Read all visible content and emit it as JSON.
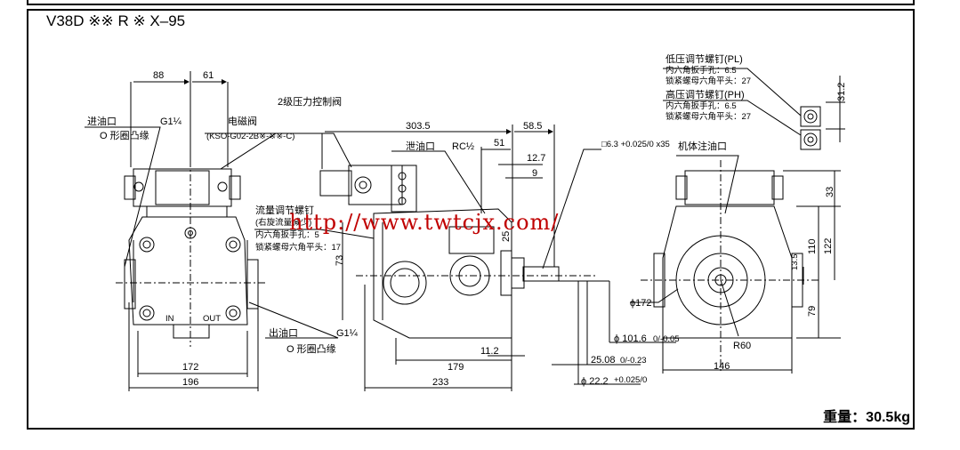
{
  "model": "V38D ※※ R ※ X–95",
  "weight": "重量：30.5kg",
  "watermark": "http://www.twtcjx.com/",
  "left_view": {
    "dim_88": "88",
    "dim_61": "61",
    "dim_172": "172",
    "dim_196": "196",
    "inlet_label": "进油口",
    "inlet_size": "G1¼",
    "inlet_flange": "O 形圈凸缘",
    "valve_label": "电磁阀",
    "valve_model": "(KSO-G02-2B※-※※-C)",
    "outlet_label": "出油口",
    "outlet_size": "G1¼",
    "outlet_flange": "O 形圈凸缘",
    "plate_in": "IN",
    "plate_out": "OUT"
  },
  "mid_view": {
    "ctrl_valve": "2级压力控制阀",
    "dim_303_5": "303.5",
    "dim_58_5": "58.5",
    "drain_label": "泄油口",
    "drain_size": "RC½",
    "dim_51": "51",
    "dim_12_7": "12.7",
    "dim_9": "9",
    "dim_73": "73",
    "dim_25": "25",
    "dim_179": "179",
    "dim_233": "233",
    "dim_11_2": "11.2",
    "flow_screw": "流量调节螺钉",
    "flow_dir": "(右旋流量减少)",
    "flow_hex": "内六角扳手孔：5",
    "flow_nut": "锁紧螺母六角平头：17"
  },
  "shaft": {
    "key": "□6.3 +0.025/0 x35",
    "dia_101_6": "ϕ 101.6",
    "tol_101_6": "0/-0.05",
    "dim_25_08": "25.08",
    "tol_25_08": "0/-0.23",
    "dia_22_2": "ϕ 22.2",
    "tol_22_2": "+0.025/0"
  },
  "right_view": {
    "fill_port": "机体注油口",
    "low_screw": "低压调节螺钉(PL)",
    "low_hex": "内六角扳手孔：6.5",
    "low_nut": "锁紧螺母六角平头：27",
    "high_screw": "高压调节螺钉(PH)",
    "high_hex": "内六角扳手孔：6.5",
    "high_nut": "锁紧螺母六角平头：27",
    "dim_31_2": "31.2",
    "dim_33": "33",
    "dim_13_5": "13.5",
    "dim_110": "110",
    "dim_122": "122",
    "dim_79": "79",
    "dia_172": "ϕ172",
    "r60": "R60",
    "dim_146": "146"
  }
}
